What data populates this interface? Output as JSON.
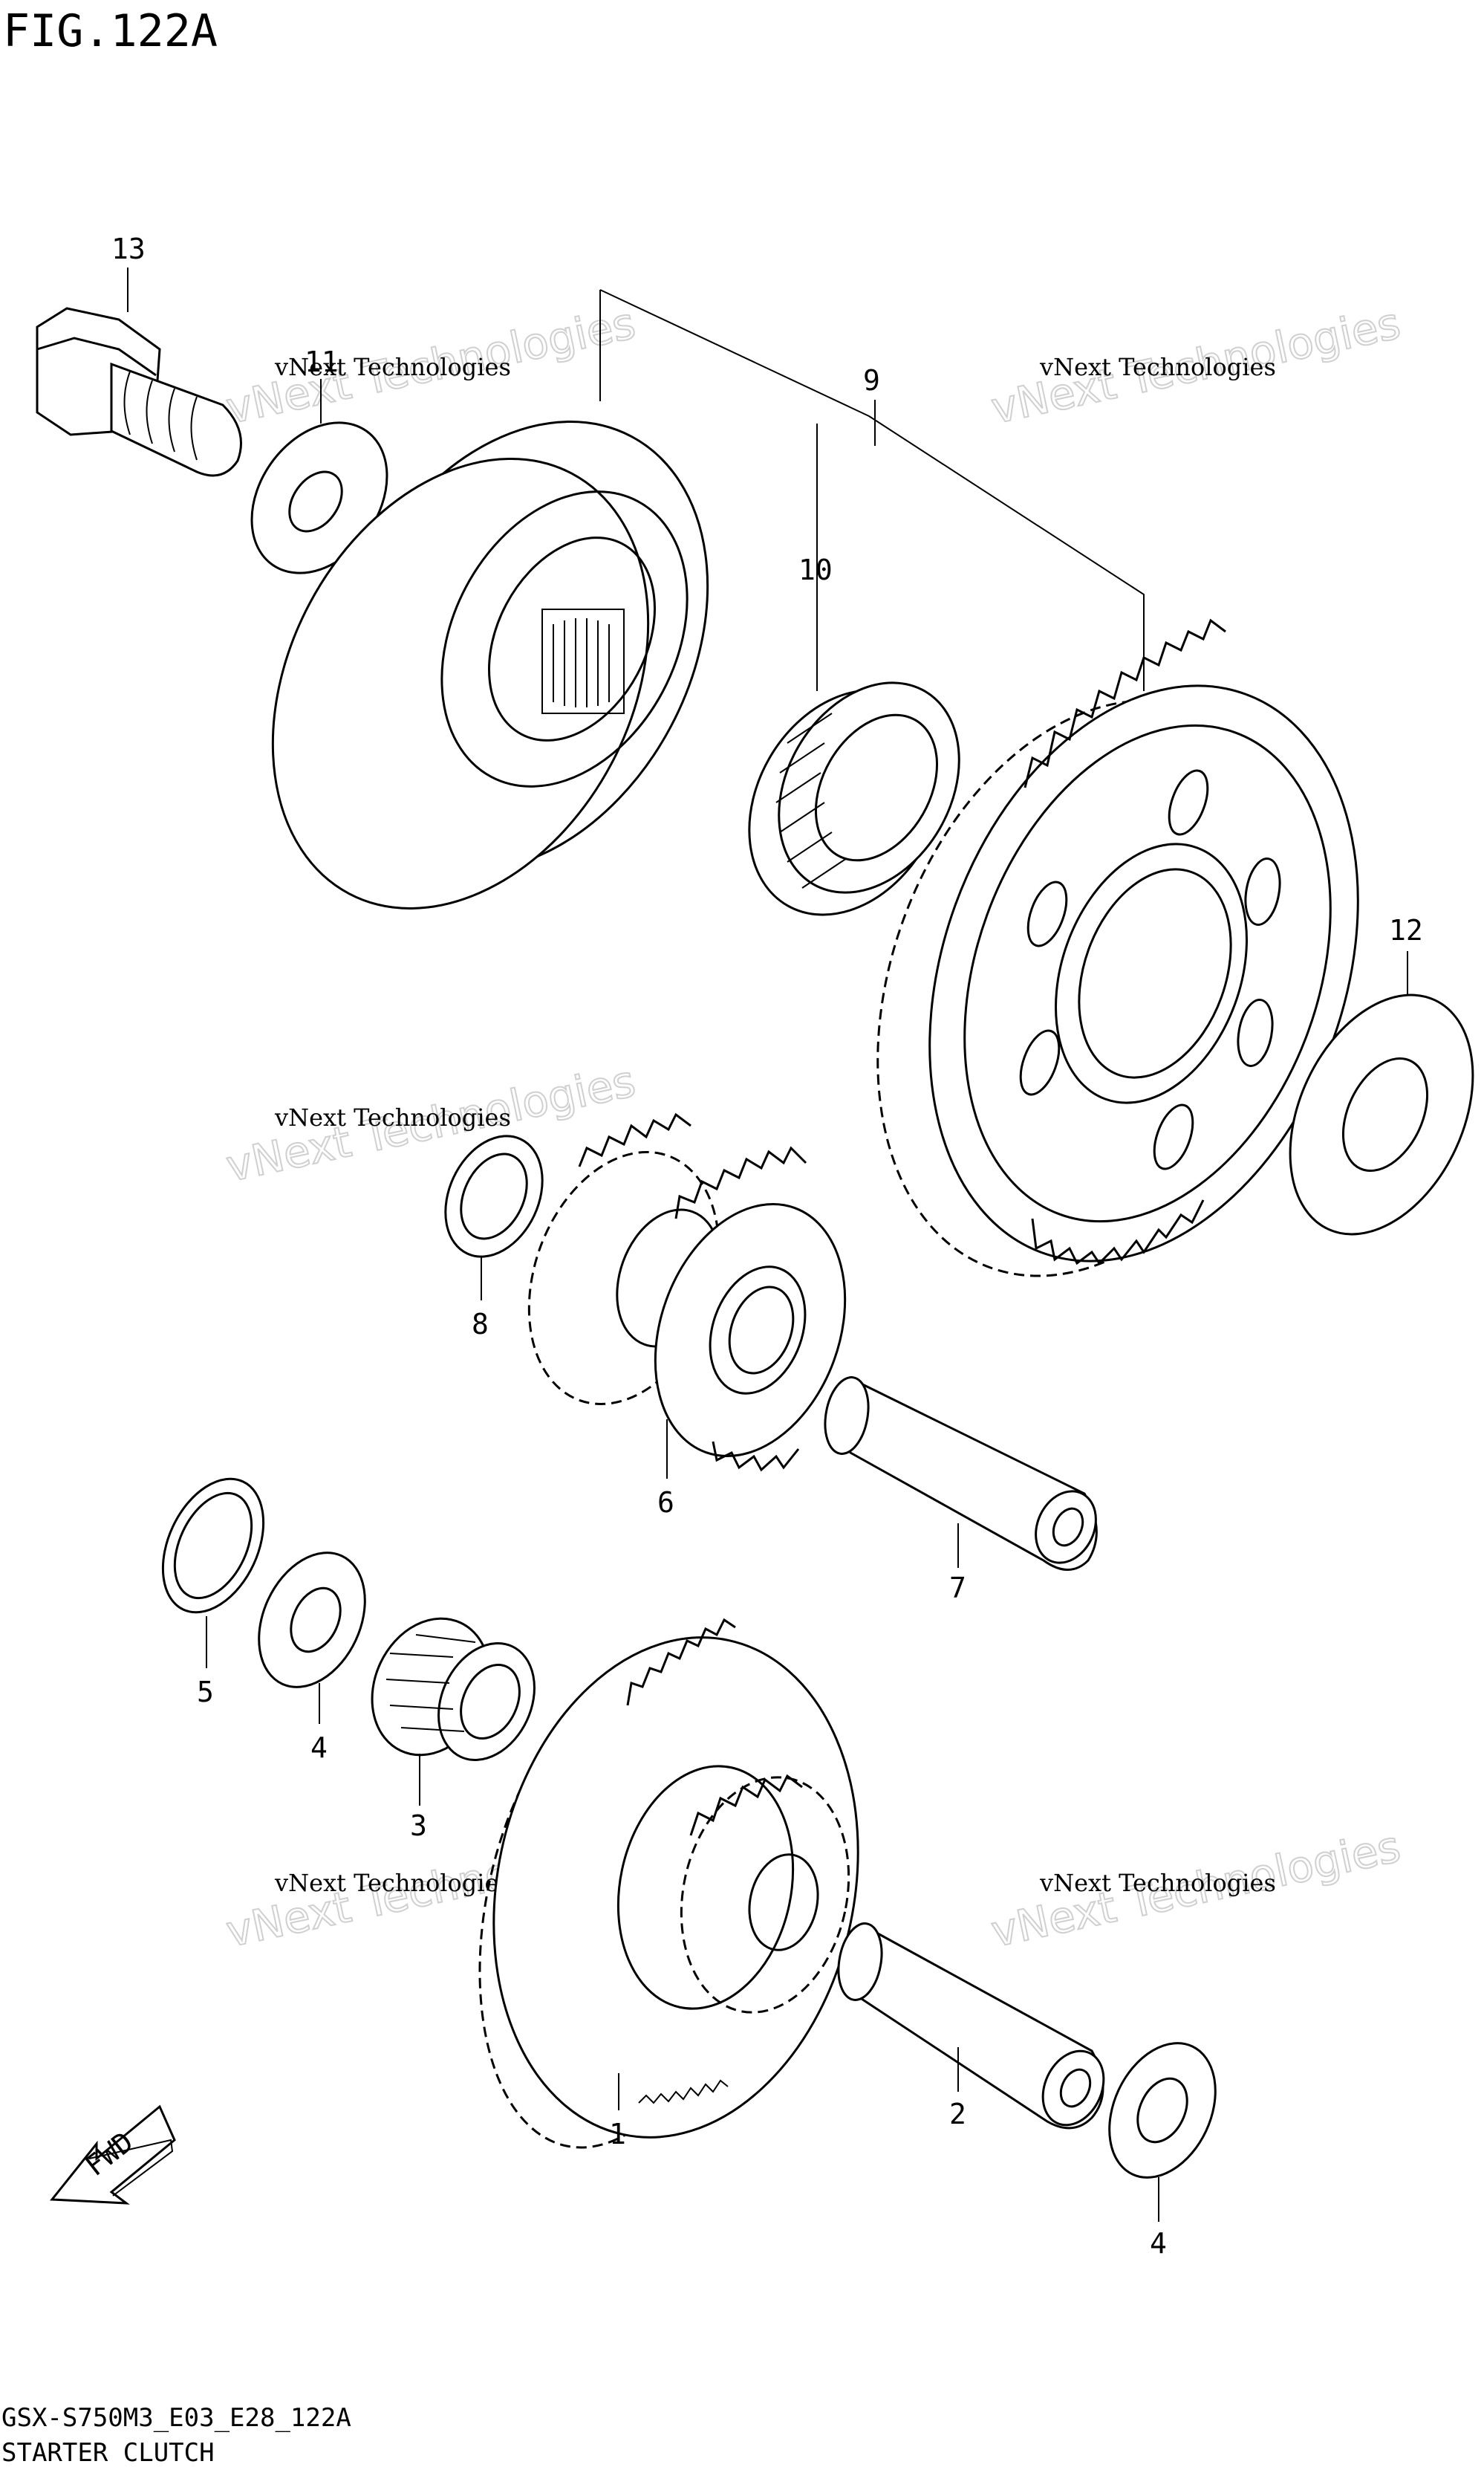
{
  "figure": {
    "title": "FIG.122A",
    "model_code": "GSX-S750M3_E03_E28_122A",
    "caption": "STARTER CLUTCH",
    "fwd_label": "FWD"
  },
  "watermark": {
    "line1": "vNext Technologies",
    "line2": "vNext Technologies"
  },
  "callouts": {
    "c13": "13",
    "c11": "11",
    "c9": "9",
    "c10": "10",
    "c12": "12",
    "c8": "8",
    "c6": "6",
    "c7": "7",
    "c5": "5",
    "c4a": "4",
    "c3": "3",
    "c1": "1",
    "c2": "2",
    "c4b": "4"
  }
}
